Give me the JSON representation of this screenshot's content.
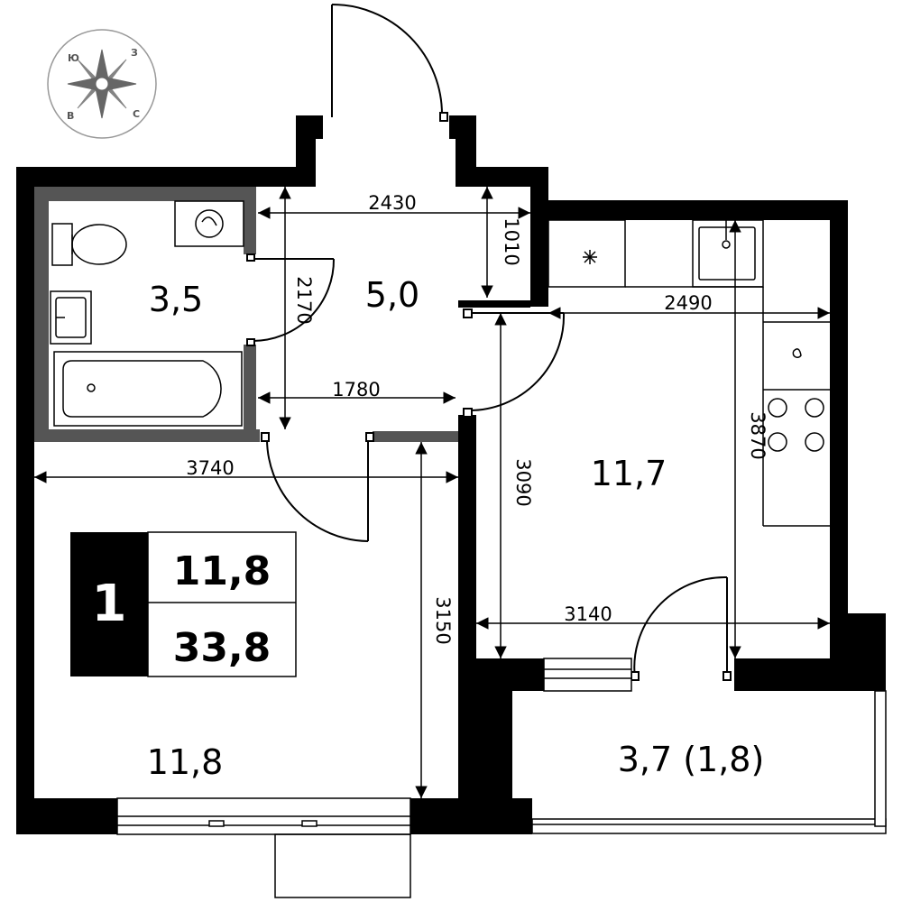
{
  "plan": {
    "areas": {
      "bathroom": "3,5",
      "hall": "5,0",
      "kitchen": "11,7",
      "room": "11,8",
      "balcony": "3,7 (1,8)"
    },
    "dimensions": {
      "hall_width": "2430",
      "hall_depth_top": "1010",
      "bath_height": "2170",
      "hall_width_bottom": "1780",
      "kitchen_width": "2490",
      "kitchen_height": "3870",
      "kitchen_mid": "3090",
      "room_width": "3740",
      "room_height": "3150",
      "kitchen_bottom_width": "3140"
    },
    "badge": {
      "rooms": "1",
      "living_area": "11,8",
      "total_area": "33,8"
    },
    "compass": {
      "n": "Ю",
      "e": "З",
      "s": "С",
      "w": "В"
    }
  },
  "colors": {
    "wall": "#000000",
    "partition": "#555555",
    "line": "#000000",
    "background": "#ffffff",
    "compass": "#888888"
  }
}
